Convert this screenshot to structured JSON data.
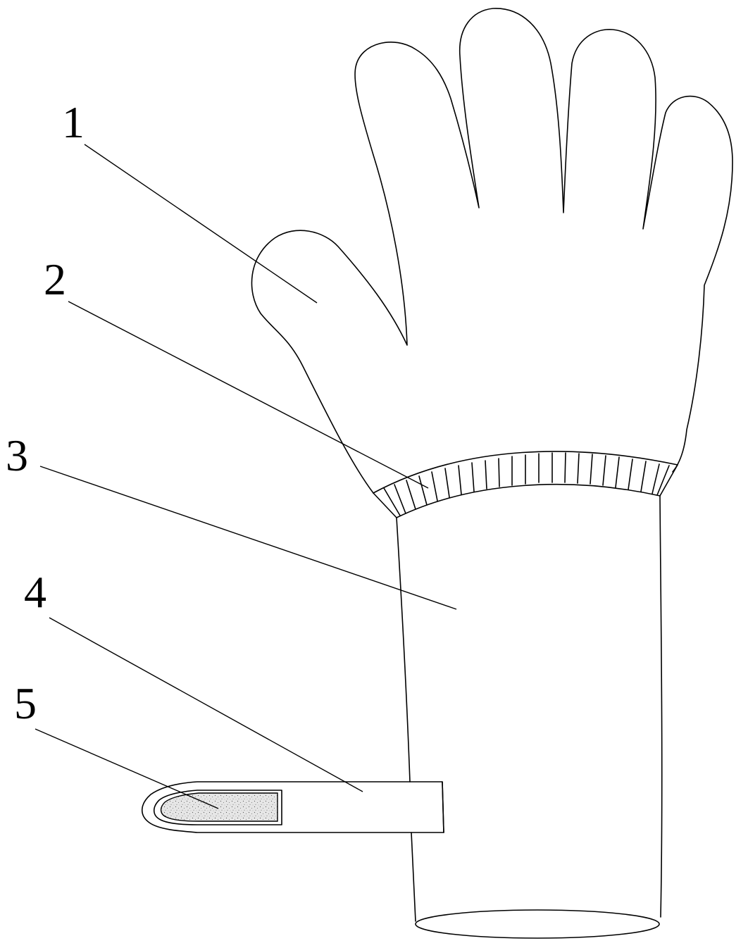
{
  "labels": {
    "glove_body": "1",
    "elastic_cuff": "2",
    "sleeve": "3",
    "strap": "4",
    "fastener_patch": "5"
  },
  "colors": {
    "line": "#000000",
    "background": "#ffffff",
    "patch_fill": "#e6e6e6"
  }
}
